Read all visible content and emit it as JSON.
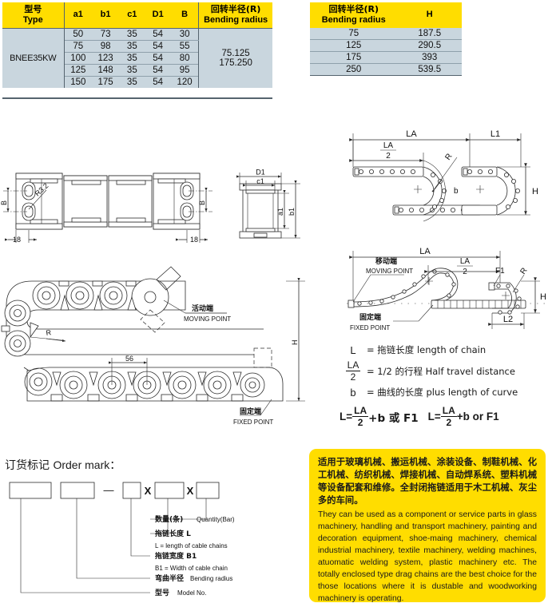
{
  "tables": {
    "left": {
      "headers": {
        "type_cn": "型号",
        "type_en": "Type",
        "a1": "a1",
        "b1": "b1",
        "c1": "c1",
        "D1": "D1",
        "B": "B",
        "radius_cn": "回转半径(R)",
        "radius_en": "Bending radius"
      },
      "model": "BNEE35KW",
      "rows": [
        {
          "a1": "50",
          "b1": "73",
          "c1": "35",
          "D1": "54",
          "B": "30"
        },
        {
          "a1": "75",
          "b1": "98",
          "c1": "35",
          "D1": "54",
          "B": "55"
        },
        {
          "a1": "100",
          "b1": "123",
          "c1": "35",
          "D1": "54",
          "B": "80"
        },
        {
          "a1": "125",
          "b1": "148",
          "c1": "35",
          "D1": "54",
          "B": "95"
        },
        {
          "a1": "150",
          "b1": "175",
          "c1": "35",
          "D1": "54",
          "B": "120"
        }
      ],
      "radius_line1": "75.125",
      "radius_line2": "175.250"
    },
    "right": {
      "headers": {
        "radius_cn": "回转半径(R)",
        "radius_en": "Bending radius",
        "h": "H"
      },
      "rows": [
        {
          "radius": "75",
          "h": "187.5"
        },
        {
          "radius": "125",
          "h": "290.5"
        },
        {
          "radius": "175",
          "h": "393"
        },
        {
          "radius": "250",
          "h": "539.5"
        }
      ]
    }
  },
  "drawings": {
    "top_view": {
      "dim_B_left": "B",
      "dim_B_right": "B",
      "radius_note": "R3.2",
      "pitch_left": "18",
      "pitch_right": "18"
    },
    "section_view": {
      "D1": "D1",
      "c1": "c1",
      "a1": "a1",
      "b1": "b1"
    },
    "assembly": {
      "radius": "R",
      "pitch": "56",
      "height": "H",
      "moving_cn": "活动端",
      "moving_en": "MOVING POINT",
      "fixed_cn": "固定端",
      "fixed_en": "FIXED POINT"
    },
    "install_top": {
      "LA": "LA",
      "LA_num": "LA",
      "LA_den": "2",
      "L1": "L1",
      "R": "R",
      "b": "b",
      "H": "H"
    },
    "install_bottom": {
      "LA": "LA",
      "LA_num": "LA",
      "LA_den": "2",
      "moving_cn": "移动端",
      "moving_en": "MOVING POINT",
      "fixed_cn": "固定端",
      "fixed_en": "FIXED POINT",
      "F1": "F1",
      "R": "R",
      "H": "H",
      "L2": "L2"
    }
  },
  "legend": {
    "rows": [
      {
        "symbol": "L",
        "text": "= 拖链长度  length of chain"
      },
      {
        "symbol": "FRAC",
        "num": "LA",
        "den": "2",
        "text": "= 1/2 的行程  Half travel distance"
      },
      {
        "symbol": "b",
        "text": "= 曲线的长度  plus length of curve"
      }
    ],
    "equation": {
      "lhs1": "L=",
      "num1": "LA",
      "den1": "2",
      "mid1": "+b 或 F1",
      "lhs2": "L=",
      "num2": "LA",
      "den2": "2",
      "mid2": "+b or F1"
    }
  },
  "order_mark": {
    "title_cn": "订货标记",
    "title_en": "Order mark：",
    "separator_dash": "—",
    "separator_x1": "X",
    "separator_x2": "X",
    "callouts": [
      {
        "cn": "数量(条)",
        "en": "Quantity(Bar)"
      },
      {
        "cn": "拖链长度 L",
        "en": "L = length of cable chains"
      },
      {
        "cn": "拖链宽度 B1",
        "en": "B1 = Width of cable chain"
      },
      {
        "cn": "弯曲半径",
        "en": "Bending radius"
      },
      {
        "cn": "型号",
        "en": "Model No."
      }
    ]
  },
  "note": {
    "cn": "适用于玻璃机械、搬运机械、涂装设备、制鞋机械、化工机械、纺织机械、焊接机械、自动焊系统、塑料机械等设备配套和维修。全封闭拖链适用于木工机械、灰尘多的车间。",
    "en": "They can be used as a component or service parts in glass machinery, handling and transport machinery, painting and decoration equipment, shoe-maing machinery, chemical industrial machinery, textile machinery, welding machines, atuomatic welding system, plastic machinery etc. The totally enclosed type drag chains are the best choice for the those locations where it is dustable and woodworking machinery is operating."
  },
  "colors": {
    "header_yellow": "#FFDD00",
    "table_body": "#c9d6de",
    "note_bg": "#FFDD00",
    "line": "#2b2b2b"
  }
}
